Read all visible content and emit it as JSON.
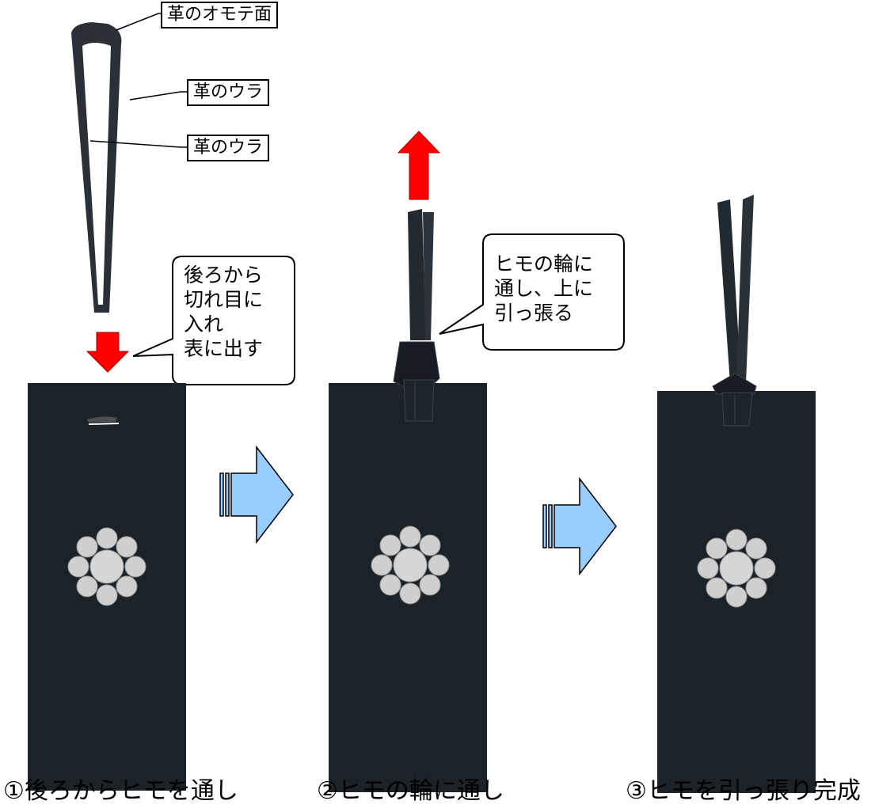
{
  "labels": {
    "leather_front": "革のオモテ面",
    "leather_back_1": "革のウラ",
    "leather_back_2": "革のウラ"
  },
  "callouts": {
    "step1": [
      "後ろから",
      "切れ目に",
      "入れ",
      "表に出す"
    ],
    "step2": [
      "ヒモの輪に",
      "通し、上に",
      "引っ張る"
    ]
  },
  "captions": {
    "step1": "①後ろからヒモを通し",
    "step2": "②ヒモの輪に通し",
    "step3": "③ヒモを引っ張り完成"
  },
  "colors": {
    "leather": "#1b2228",
    "embroidery": "#c9c9c9",
    "arrow_red": "#ff0000",
    "arrow_blue": "#99ccff",
    "background": "#ffffff"
  },
  "icons": {
    "down_arrow": "red-down-arrow-icon",
    "up_arrow": "red-up-arrow-icon",
    "next_arrow": "blue-right-arrow-icon",
    "flower": "flower-embroidery-icon"
  }
}
